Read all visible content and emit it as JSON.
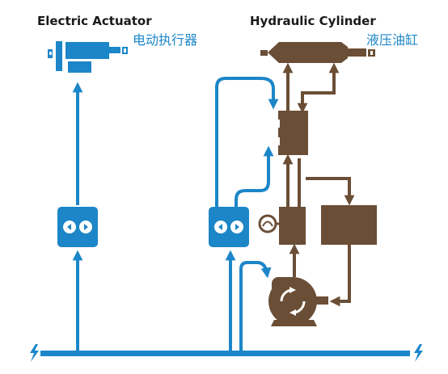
{
  "labels": {
    "electric_actuator_en": "Electric Actuator",
    "electric_actuator_cn": "电动执行器",
    "hydraulic_cylinder_en": "Hydraulic Cylinder",
    "hydraulic_cylinder_cn": "液压油缸"
  },
  "colors": {
    "blue": "#1c86c8",
    "brown": "#6b4e36",
    "text": "#1a1a1a",
    "cn_text": "#1c86c8"
  },
  "icons": {
    "power": "lightning-bolt-icon",
    "drive": "drive-controller-icon",
    "motor": "electric-motor-icon",
    "gauge": "pressure-gauge-icon"
  }
}
